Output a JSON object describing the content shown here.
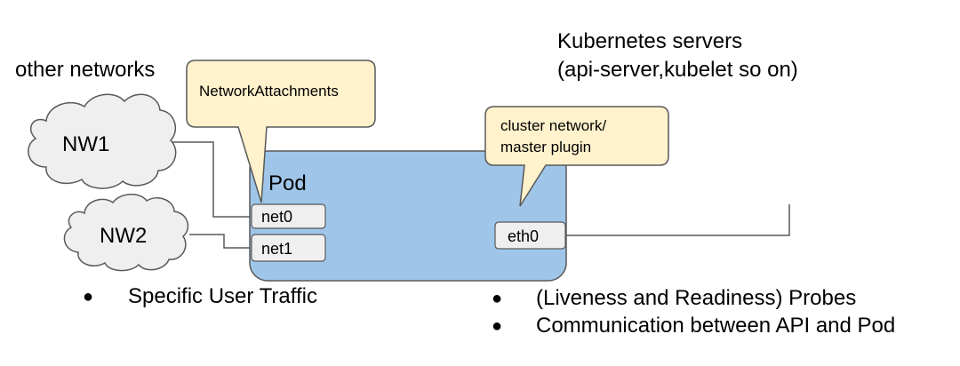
{
  "labels": {
    "other_networks": "other networks",
    "k8s_servers_line1": "Kubernetes servers",
    "k8s_servers_line2": "(api-server,kubelet so on)",
    "pod": "Pod"
  },
  "callouts": {
    "network_attachments": "NetworkAttachments",
    "cluster_network_line1": "cluster network/",
    "cluster_network_line2": "master plugin"
  },
  "clouds": {
    "nw1": "NW1",
    "nw2": "NW2"
  },
  "interfaces": {
    "net0": "net0",
    "net1": "net1",
    "eth0": "eth0"
  },
  "bullets": {
    "bullet_char": "●",
    "left": [
      "Specific User Traffic"
    ],
    "right": [
      "(Liveness and Readiness) Probes",
      "Communication between API and Pod"
    ]
  },
  "colors": {
    "pod_fill": "#9fc5e8",
    "callout_fill": "#fff2cc",
    "cloud_fill": "#efefef",
    "interface_fill": "#efefef",
    "stroke": "#595959"
  }
}
